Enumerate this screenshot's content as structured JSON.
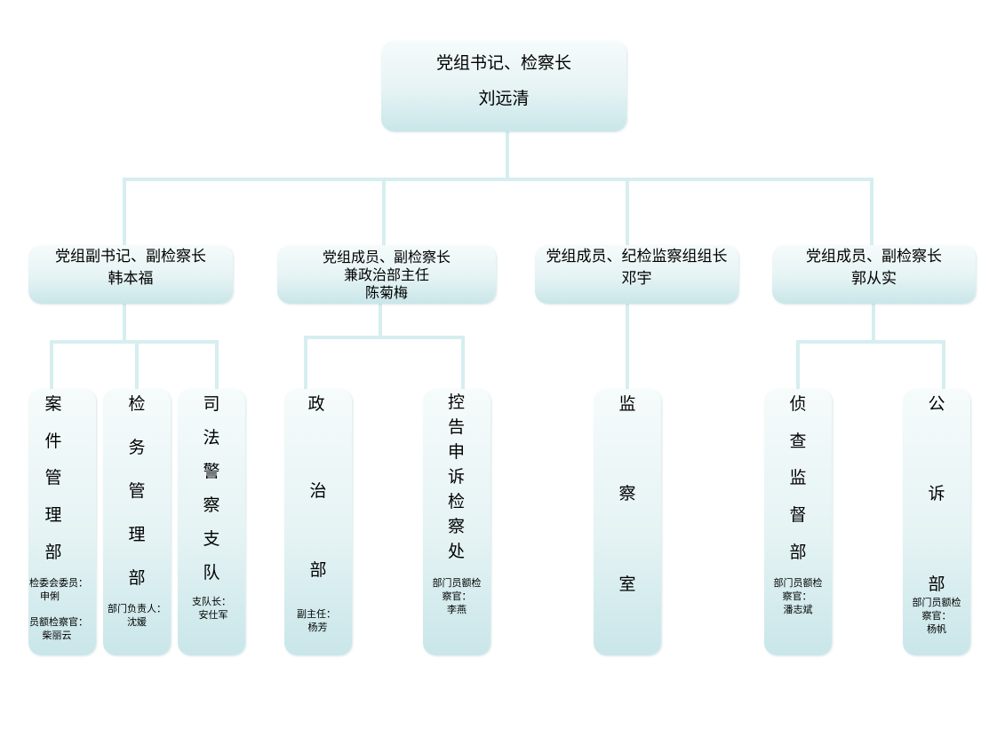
{
  "top": {
    "title": "党组书记、检察长",
    "name": "刘远清"
  },
  "branches": [
    {
      "lines": [
        "党组副书记、副检察长",
        "韩本福"
      ]
    },
    {
      "lines": [
        "党组成员、副检察长",
        "兼政治部主任",
        "陈菊梅"
      ]
    },
    {
      "lines": [
        "党组成员、纪检监察组组长",
        "邓宇"
      ]
    },
    {
      "lines": [
        "党组成员、副检察长",
        "郭从实"
      ]
    }
  ],
  "departments": [
    {
      "chars": [
        "案",
        "件",
        "管",
        "理",
        "部"
      ],
      "notes": [
        "检委会委员：",
        "申俐",
        "员额检察官：",
        "柴丽云"
      ]
    },
    {
      "chars": [
        "检",
        "务",
        "管",
        "理",
        "部"
      ],
      "notes": [
        "部门负责人：",
        "沈媛"
      ]
    },
    {
      "chars": [
        "司",
        "法",
        "警",
        "察",
        "支",
        "队"
      ],
      "notes": [
        "支队长：",
        "安仕军"
      ]
    },
    {
      "chars": [
        "政",
        "治",
        "部"
      ],
      "notes": [
        "副主任：",
        "杨芳"
      ]
    },
    {
      "chars": [
        "控",
        "告",
        "申",
        "诉",
        "检",
        "察",
        "处"
      ],
      "notes": [
        "部门员额检",
        "察官：",
        "李燕"
      ]
    },
    {
      "chars": [
        "监",
        "察",
        "室"
      ],
      "notes": []
    },
    {
      "chars": [
        "侦",
        "查",
        "监",
        "督",
        "部"
      ],
      "notes": [
        "部门员额检",
        "察官：",
        "潘志斌"
      ]
    },
    {
      "chars": [
        "公",
        "诉",
        "部"
      ],
      "notes": [
        "部门员额检",
        "察官：",
        "杨帆"
      ]
    }
  ]
}
